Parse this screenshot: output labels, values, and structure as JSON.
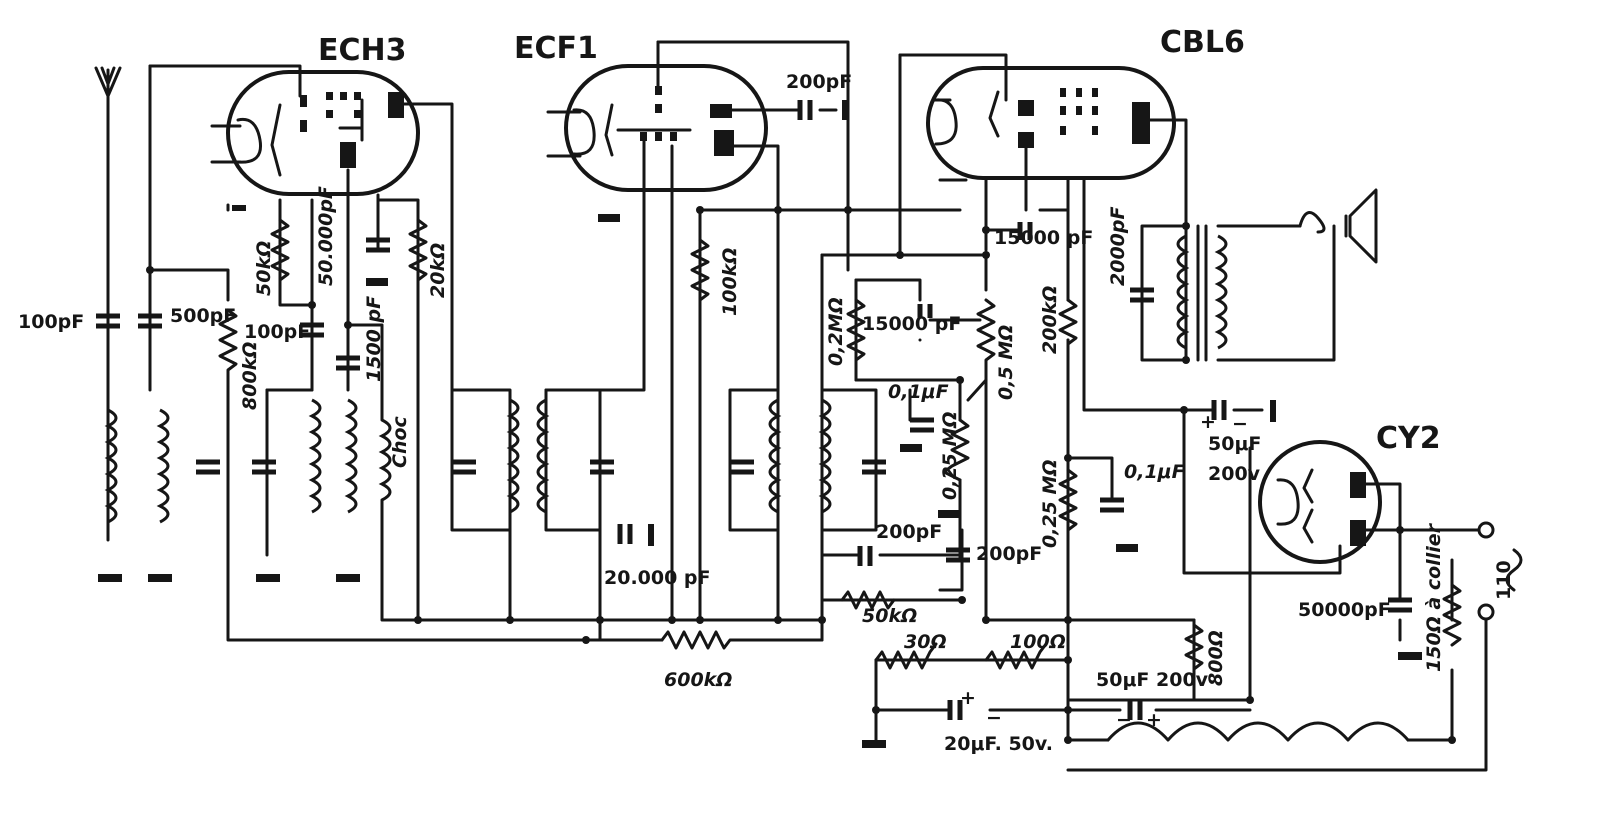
{
  "tubes": {
    "ech3": "ECH3",
    "ecf1": "ECF1",
    "cbl6": "CBL6",
    "cy2": "CY2"
  },
  "labels": {
    "c_ant": "100pF",
    "c_500": "500pF",
    "c_100": "100pF",
    "c_50000": "50.000pF",
    "c_1500": "1500 pF",
    "r_50k": "50kΩ",
    "r_20k": "20kΩ",
    "r_800k": "800kΩ",
    "choc": "Choc",
    "c_200_top": "200pF",
    "r_100k": "100kΩ",
    "c_20000": "20.000 pF",
    "r_600k": "600kΩ",
    "r_0_2M": "0,2MΩ",
    "c_15000a": "15000 pF",
    "c_0_1a": "0,1μF",
    "r_0_25Ma": "0,25 MΩ",
    "r_0_5M": "0,5 MΩ",
    "r_200k": "200kΩ",
    "c_15000b": "15000 pF",
    "c_2000": "2000pF",
    "r_0_25Mb": "0,25 MΩ",
    "c_0_1b": "0,1μF",
    "c_200_mid": "200pF",
    "c_200_low": "200pF",
    "r_50k_low": "50kΩ",
    "r_30": "30Ω",
    "r_100": "100Ω",
    "c_20uF": "20μF. 50v.",
    "c_50uF_a": "50μF 200v",
    "r_800": "800Ω",
    "c_50uF_b": "50μF",
    "v_200": "200v",
    "c_50000b": "50000pF",
    "r_150": "150Ω à collier",
    "mains": "110",
    "plus1": "+",
    "minus1": "−",
    "plus2": "+",
    "minus2": "−",
    "plus3": "+",
    "minus3": "−"
  }
}
